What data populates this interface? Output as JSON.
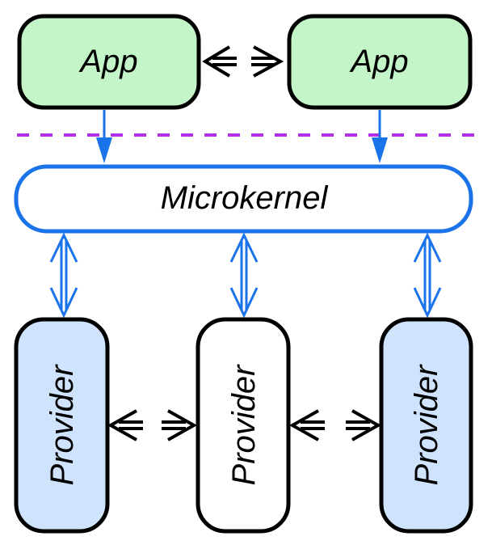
{
  "diagram": {
    "title": "Microkernel architecture",
    "colors": {
      "app_fill": "#c4f5c8",
      "provider_fill_accent": "#cfe3fd",
      "provider_fill_plain": "#ffffff",
      "kernel_stroke": "#1a73e8",
      "boundary_dash": "#b52ee8",
      "outline": "#000000",
      "arrow_blue": "#1a73e8"
    },
    "apps": [
      {
        "label": "App"
      },
      {
        "label": "App"
      }
    ],
    "kernel": {
      "label": "Microkernel"
    },
    "providers": [
      {
        "label": "Provider",
        "style": "accent"
      },
      {
        "label": "Provider",
        "style": "plain"
      },
      {
        "label": "Provider",
        "style": "accent"
      }
    ],
    "connections": {
      "app_to_app": "bidirectional-dashed",
      "app_to_kernel": "one-way-down",
      "kernel_to_provider": "bidirectional-double",
      "provider_to_provider": "bidirectional-dashed"
    },
    "boundary": "user/kernel separator"
  }
}
